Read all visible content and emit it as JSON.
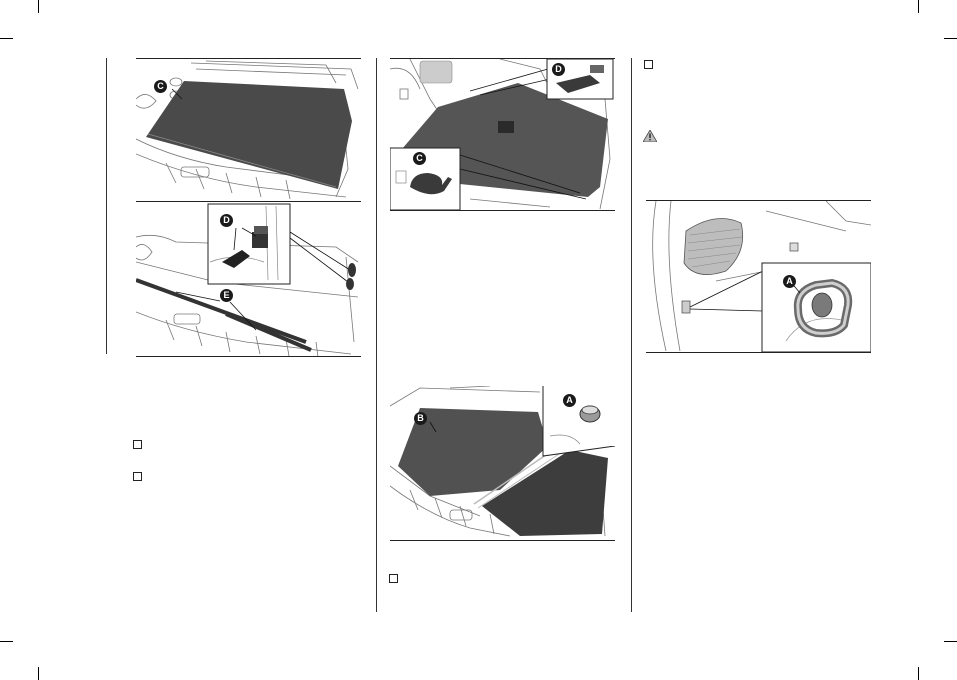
{
  "figures": {
    "fig1": {
      "callouts": [
        "C"
      ]
    },
    "fig2": {
      "callouts": [
        "D",
        "E"
      ]
    },
    "fig3": {
      "callouts": [
        "D",
        "C"
      ]
    },
    "fig4": {
      "callouts": [
        "B",
        "A"
      ]
    },
    "fig5": {
      "callouts": [
        "A"
      ]
    }
  },
  "icons": {
    "bullet": "checkbox-bullet-icon",
    "warning": "warning-triangle-icon"
  }
}
